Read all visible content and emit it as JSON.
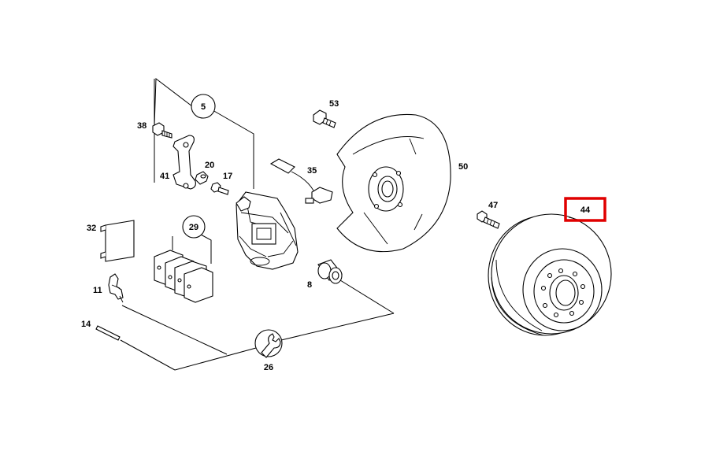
{
  "diagram": {
    "callouts": {
      "c5": "5",
      "c53": "53",
      "c38": "38",
      "c20": "20",
      "c17": "17",
      "c35": "35",
      "c50": "50",
      "c41": "41",
      "c29": "29",
      "c32": "32",
      "c47": "47",
      "c44": "44",
      "c11": "11",
      "c8": "8",
      "c14": "14",
      "c26": "26"
    },
    "highlight": {
      "part": "44",
      "color": "#e00000"
    }
  }
}
